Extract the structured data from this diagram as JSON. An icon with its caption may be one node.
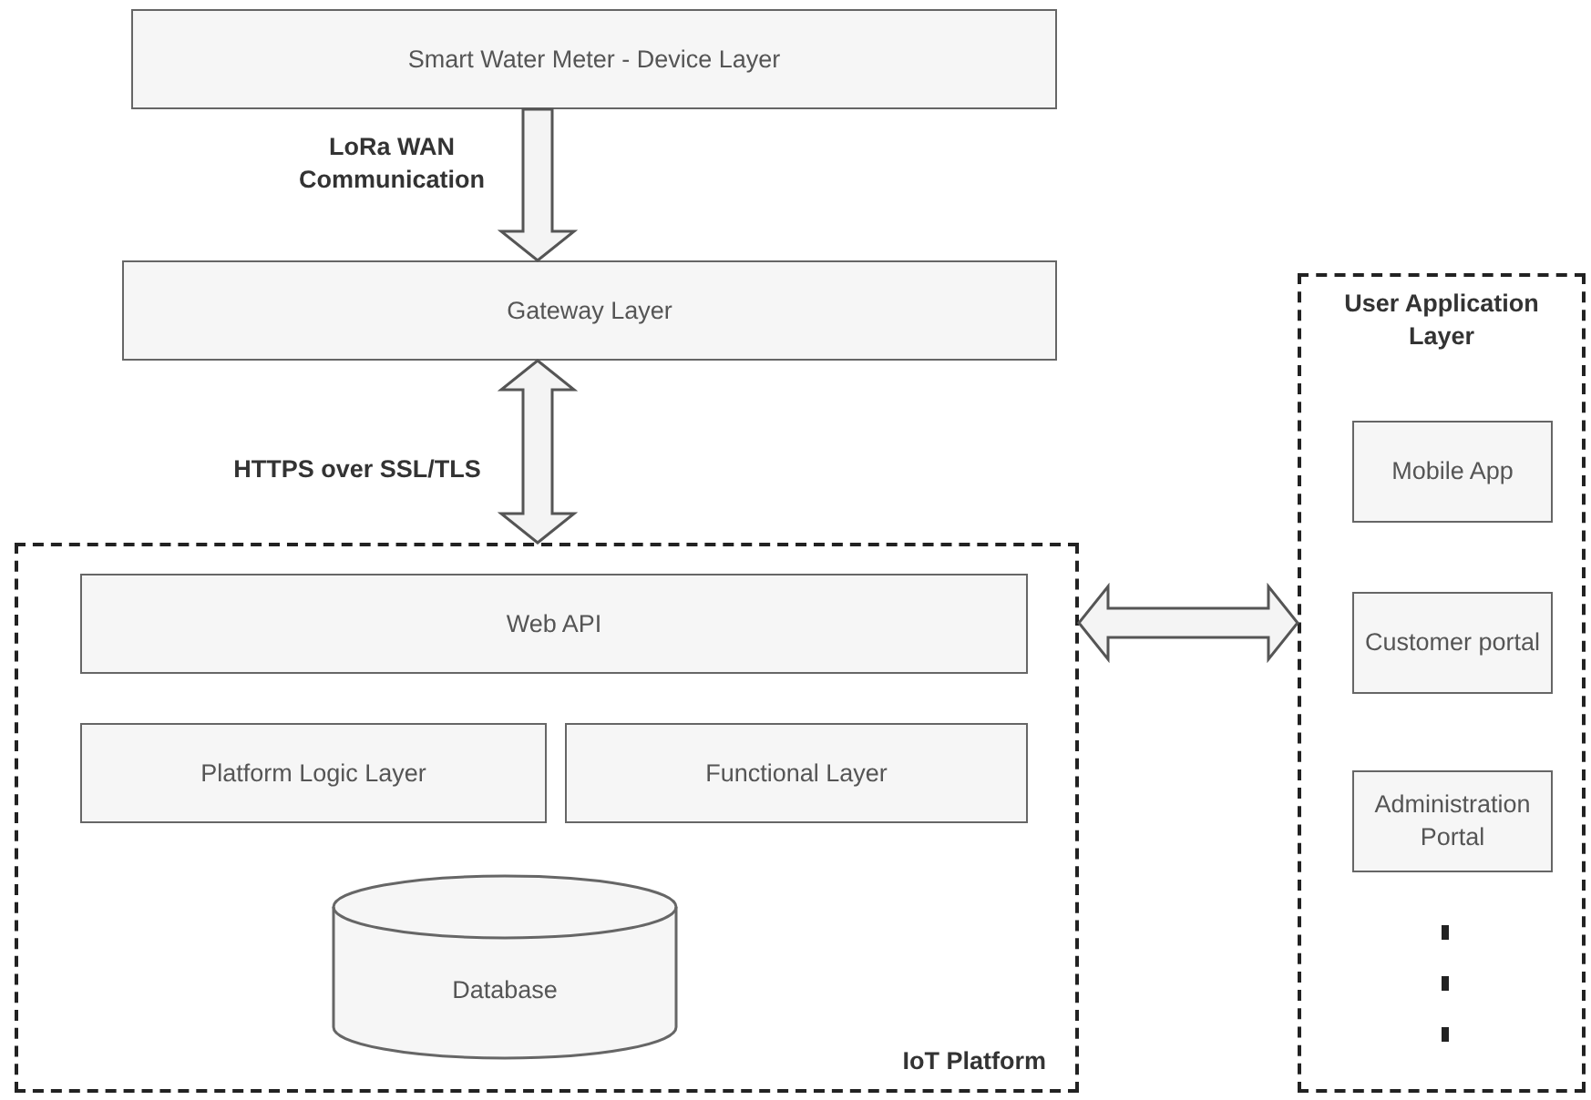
{
  "diagram": {
    "nodes": [
      {
        "text": [
          "Smart Water Meter - Device Layer"
        ]
      },
      {
        "text": [
          "Gateway Layer"
        ]
      },
      {
        "text": [
          "IoT Platform"
        ]
      },
      {
        "text": [
          "Web API"
        ],
        "in": 2
      },
      {
        "text": [
          "Platform Logic Layer"
        ],
        "in": 2
      },
      {
        "text": [
          "Functional Layer"
        ],
        "in": 2
      },
      {
        "text": [
          "Database"
        ],
        "in": 2
      },
      {
        "text": [
          "User Application Layer"
        ]
      },
      {
        "text": [
          "Mobile App"
        ],
        "in": 7
      },
      {
        "text": [
          "Customer portal"
        ],
        "in": 7
      },
      {
        "text": [
          "Administration Portal"
        ],
        "in": 7
      }
    ],
    "edges": [
      {
        "from": 0,
        "to": 1,
        "arrow": "to",
        "label": "LoRa WAN Communication"
      },
      {
        "from": 1,
        "to": 2,
        "arrow": "both",
        "label": "HTTPS over SSL/TLS"
      },
      {
        "from": 2,
        "to": 7,
        "arrow": "both"
      }
    ]
  }
}
